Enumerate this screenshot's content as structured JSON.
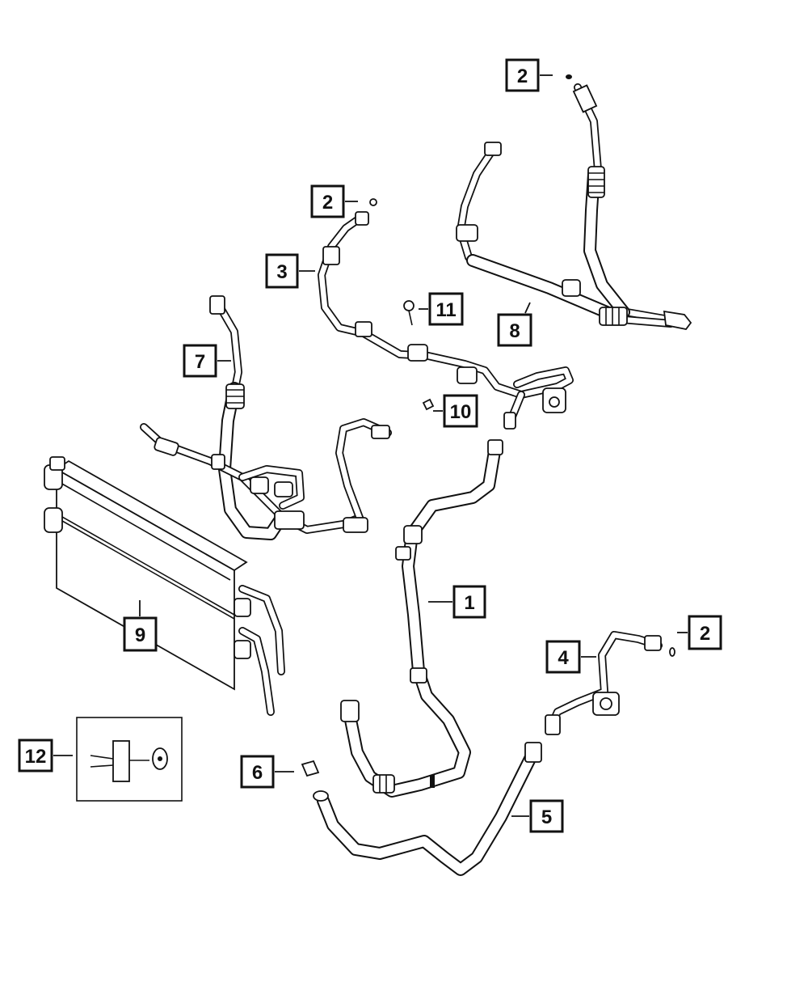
{
  "callouts": [
    {
      "id": "callout-2-top",
      "text": "2"
    },
    {
      "id": "callout-2-mid",
      "text": "2"
    },
    {
      "id": "callout-3",
      "text": "3"
    },
    {
      "id": "callout-11",
      "text": "11"
    },
    {
      "id": "callout-8",
      "text": "8"
    },
    {
      "id": "callout-7",
      "text": "7"
    },
    {
      "id": "callout-10",
      "text": "10"
    },
    {
      "id": "callout-1",
      "text": "1"
    },
    {
      "id": "callout-4",
      "text": "4"
    },
    {
      "id": "callout-2-right",
      "text": "2"
    },
    {
      "id": "callout-9",
      "text": "9"
    },
    {
      "id": "callout-12",
      "text": "12"
    },
    {
      "id": "callout-6",
      "text": "6"
    },
    {
      "id": "callout-5",
      "text": "5"
    }
  ]
}
